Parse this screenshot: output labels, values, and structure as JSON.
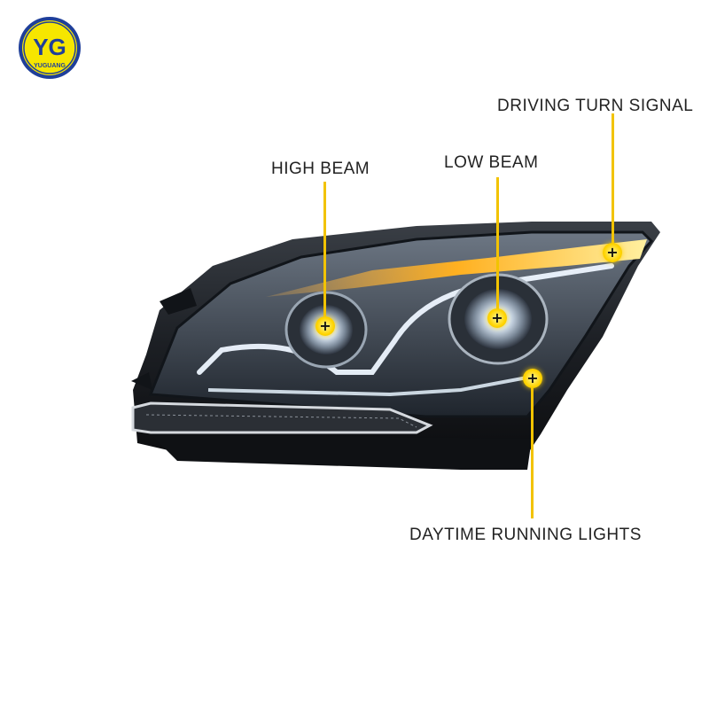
{
  "brand": {
    "logo_letters": "YG",
    "logo_text": "YUGUANG",
    "colors": {
      "ring": "#1f3f9a",
      "fill": "#f6e600",
      "text": "#1f3f9a"
    }
  },
  "callouts": {
    "high_beam": "HIGH BEAM",
    "low_beam": "LOW BEAM",
    "turn_signal": "DRIVING TURN SIGNAL",
    "drl": "DAYTIME RUNNING LIGHTS"
  },
  "marker_symbol": "+",
  "colors": {
    "accent_line": "#f2c300",
    "amber_led": "#ffb020",
    "drl_white": "#e8f4ff"
  }
}
